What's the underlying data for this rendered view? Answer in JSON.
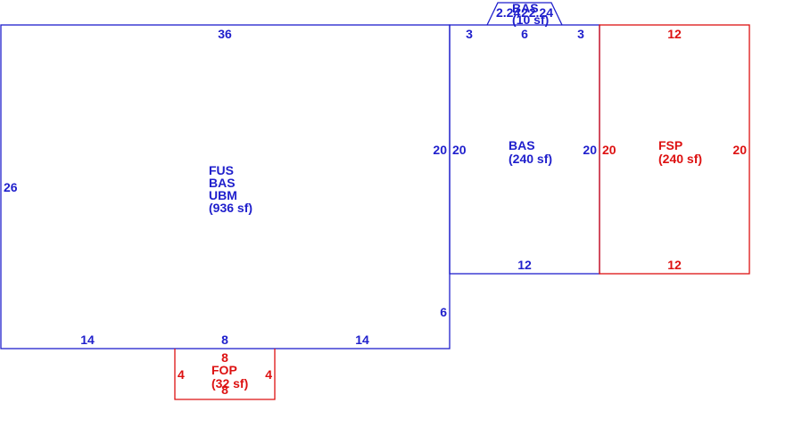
{
  "colors": {
    "living": "#1f1fcc",
    "porch": "#dd1111"
  },
  "areas": {
    "main": {
      "lines": [
        "FUS",
        "BAS",
        "UBM",
        "(936 sf)"
      ]
    },
    "bas": {
      "lines": [
        "BAS",
        "(240 sf)"
      ]
    },
    "fsp": {
      "lines": [
        "FSP",
        "(240 sf)"
      ]
    },
    "fop": {
      "lines": [
        "FOP",
        "(32 sf)"
      ]
    },
    "bay": {
      "lines": [
        "BAS",
        "(10 sf)"
      ]
    }
  },
  "dims": {
    "main_top": "36",
    "main_left": "26",
    "main_right": "20",
    "main_right_lower": "6",
    "main_bottom_left": "14",
    "main_bottom_mid": "8",
    "main_bottom_right": "14",
    "bas_top_left": "3",
    "bas_top_mid": "6",
    "bas_top_right": "3",
    "bas_left": "20",
    "bas_right": "20",
    "bas_bottom": "12",
    "fsp_top": "12",
    "fsp_left": "20",
    "fsp_right": "20",
    "fsp_bottom": "12",
    "fop_top": "8",
    "fop_left": "4",
    "fop_right": "4",
    "fop_bottom": "8",
    "bay_left": "2.24",
    "bay_mid": "2",
    "bay_right": "2.24"
  }
}
